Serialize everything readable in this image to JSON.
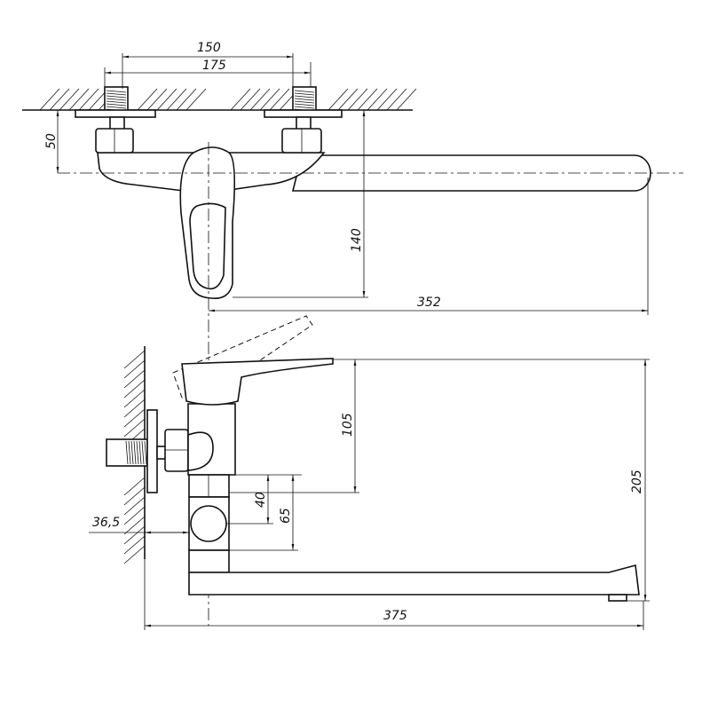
{
  "drawing": {
    "top_view": {
      "dim_inlet_spacing_min": "150",
      "dim_inlet_spacing_max": "175",
      "dim_wall_to_axis": "50",
      "dim_axis_to_handle_bottom": "140",
      "dim_spout_reach": "352"
    },
    "side_view": {
      "dim_handle_height": "105",
      "dim_total_height": "205",
      "dim_nut_height": "40",
      "dim_body_height": "65",
      "dim_wall_offset": "36,5",
      "dim_total_length": "375"
    }
  }
}
